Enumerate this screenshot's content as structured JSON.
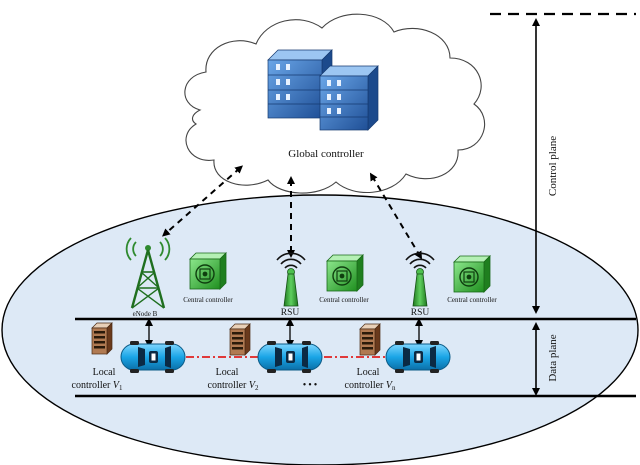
{
  "cloud": {
    "label": "Global controller"
  },
  "planes": {
    "control": "Control plane",
    "data": "Data plane"
  },
  "infrastructure": {
    "enodeb_label": "eNode B",
    "rsu1_label": "RSU",
    "rsu2_label": "RSU",
    "central_controller_1": "Central controller",
    "central_controller_2": "Central controller",
    "central_controller_3": "Central controller"
  },
  "vehicles": {
    "v1": {
      "line1": "Local",
      "line2": "controller",
      "var": "V",
      "sub": "1"
    },
    "v2": {
      "line1": "Local",
      "line2": "controller",
      "var": "V",
      "sub": "2"
    },
    "vn": {
      "line1": "Local",
      "line2": "controller",
      "var": "V",
      "sub": "n"
    },
    "ellipsis": "•••"
  },
  "colors": {
    "ellipse_fill": "#dde9f6",
    "server_blue": "#3a78c6",
    "tower_green": "#2f8a2f",
    "controller_green": "#3fbf3f",
    "car_cyan": "#1fa9e8",
    "dashdot_red": "#e02020"
  }
}
